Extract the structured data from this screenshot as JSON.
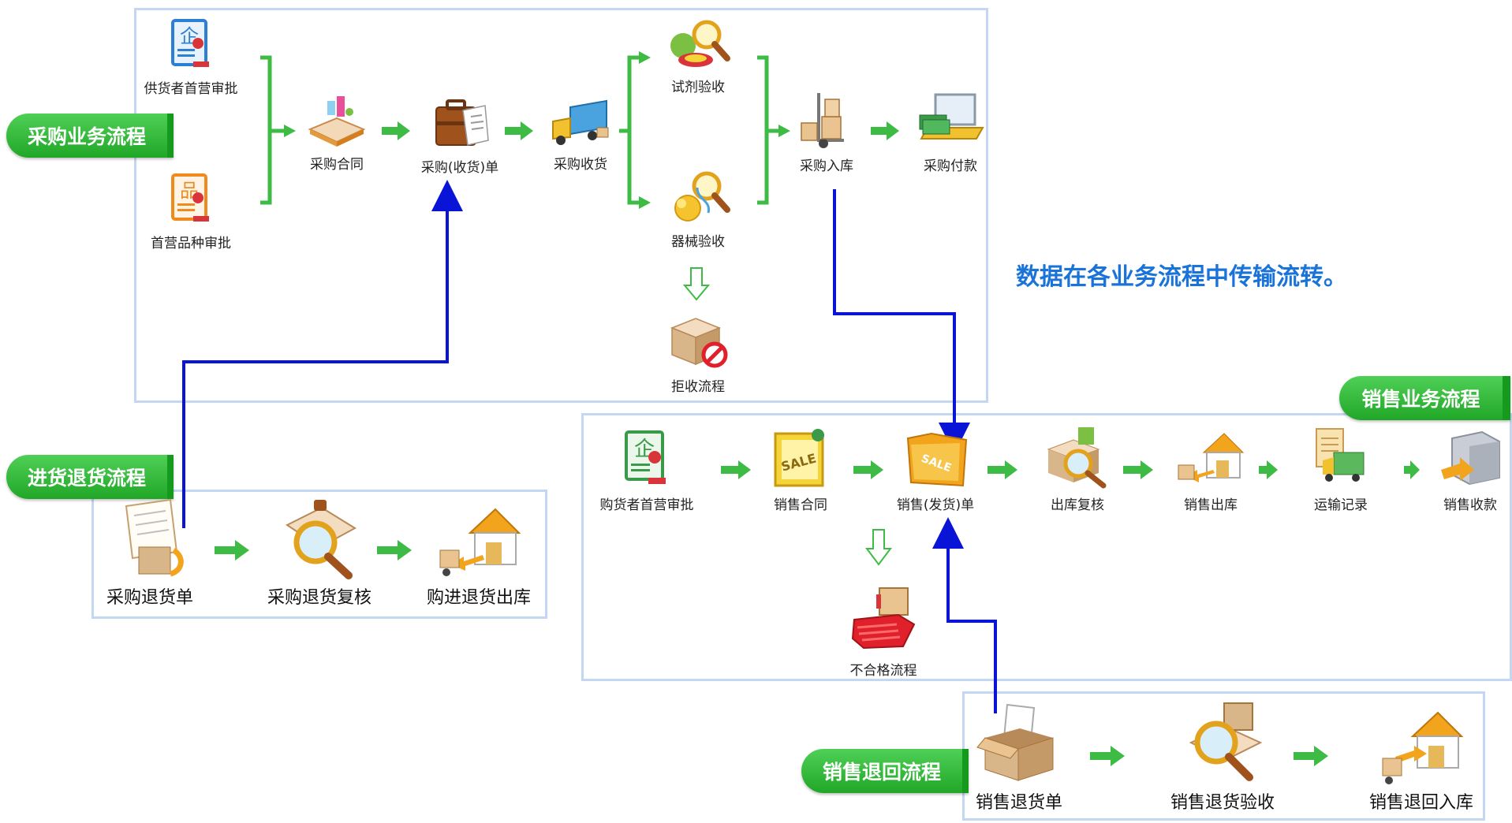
{
  "caption": "数据在各业务流程中传输流转。",
  "purchase": {
    "tag": "采购业务流程",
    "supplier_approval": "供货者首营审批",
    "variety_approval": "首营品种审批",
    "contract": "采购合同",
    "order": "采购(收货)单",
    "receive": "采购收货",
    "reagent_check": "试剂验收",
    "device_check": "器械验收",
    "reject": "拒收流程",
    "stock_in": "采购入库",
    "payment": "采购付款"
  },
  "purchase_return": {
    "tag": "进货退货流程",
    "order": "采购退货单",
    "review": "采购退货复核",
    "out": "购进退货出库"
  },
  "sales": {
    "tag": "销售业务流程",
    "buyer_approval": "购货者首营审批",
    "contract": "销售合同",
    "order": "销售(发货)单",
    "review": "出库复核",
    "out": "销售出库",
    "transport": "运输记录",
    "collect": "销售收款",
    "unqualified": "不合格流程"
  },
  "sales_return": {
    "tag": "销售退回流程",
    "order": "销售退货单",
    "check": "销售退货验收",
    "in": "销售退回入库"
  },
  "colors": {
    "green": "#3dbb44",
    "blue": "#0a14d6",
    "panel_border": "#c3d7f3",
    "caption": "#1a73d9"
  }
}
